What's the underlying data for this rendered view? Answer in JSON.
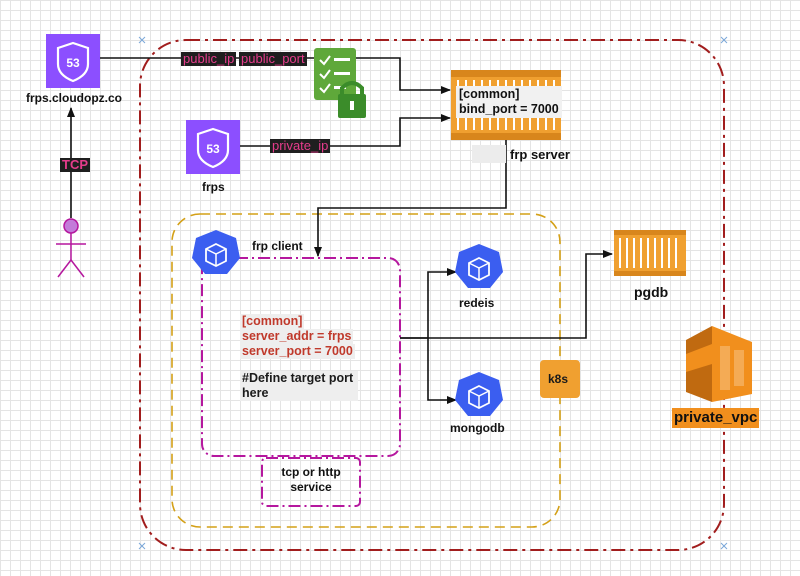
{
  "nodes": {
    "dns_public": {
      "label": "frps.cloudopz.co",
      "badge": "53"
    },
    "dns_private": {
      "label": "frps",
      "badge": "53"
    },
    "frp_server": {
      "label": "frp server",
      "config_line1": "[common]",
      "config_line2": "bind_port = 7000"
    },
    "pgdb": {
      "label": "pgdb"
    },
    "frp_client": {
      "label": "frp client"
    },
    "redis": {
      "label": "redeis"
    },
    "mongodb": {
      "label": "mongodb"
    },
    "k8s": {
      "label": "k8s"
    },
    "private_vpc": {
      "label": "private_vpc"
    },
    "service": {
      "label_line1": "tcp or http",
      "label_line2": "service"
    }
  },
  "edges": {
    "public_ip": "public_ip",
    "public_port": "public_port",
    "private_ip": "private_ip",
    "tcp": "TCP"
  },
  "client_config": {
    "line1": "[common]",
    "line2": "server_addr = frps",
    "line3": "server_port = 7000",
    "line4": "#Define target port",
    "line5": "here"
  },
  "colors": {
    "route53": "#8c4fff",
    "storage_orange": "#f0a030",
    "aws_orange": "#f18f1d",
    "vpc_border": "#a11d1d",
    "k8s_border": "#d4a017",
    "client_border": "#b5179e",
    "k8s_blue": "#3b5ef0",
    "config_red": "#c0392b"
  }
}
